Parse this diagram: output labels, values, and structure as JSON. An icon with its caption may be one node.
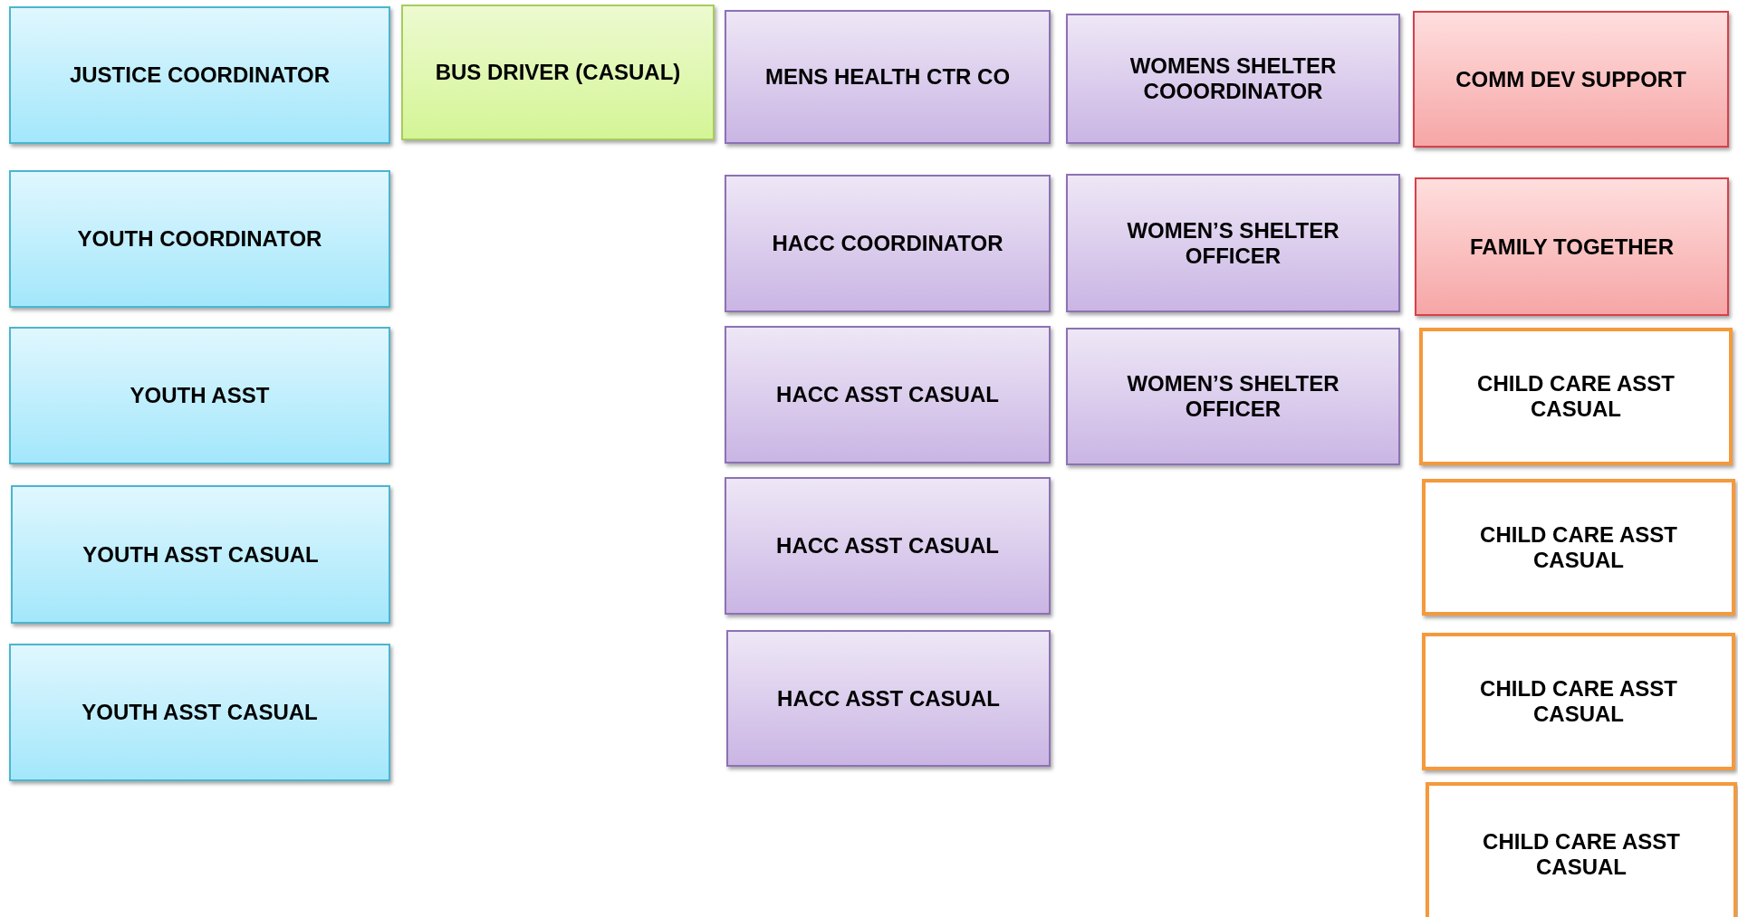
{
  "diagram": {
    "nodes": [
      {
        "text": [
          "JUSTICE COORDINATOR"
        ]
      },
      {
        "text": [
          "BUS DRIVER (CASUAL)"
        ]
      },
      {
        "text": [
          "MENS HEALTH CTR CO"
        ]
      },
      {
        "text": [
          "WOMENS SHELTER COOORDINATOR"
        ]
      },
      {
        "text": [
          "COMM DEV SUPPORT"
        ]
      },
      {
        "text": [
          "YOUTH COORDINATOR"
        ]
      },
      {
        "text": [
          "HACC COORDINATOR"
        ]
      },
      {
        "text": [
          "WOMEN’S SHELTER OFFICER"
        ]
      },
      {
        "text": [
          "FAMILY TOGETHER"
        ]
      },
      {
        "text": [
          "YOUTH ASST"
        ]
      },
      {
        "text": [
          "HACC ASST CASUAL"
        ]
      },
      {
        "text": [
          "WOMEN’S SHELTER OFFICER"
        ]
      },
      {
        "text": [
          "CHILD CARE ASST CASUAL"
        ]
      },
      {
        "text": [
          "YOUTH ASST CASUAL"
        ]
      },
      {
        "text": [
          "HACC ASST CASUAL"
        ]
      },
      {
        "text": [
          "CHILD CARE ASST CASUAL"
        ]
      },
      {
        "text": [
          "YOUTH ASST CASUAL"
        ]
      },
      {
        "text": [
          "HACC ASST CASUAL"
        ]
      },
      {
        "text": [
          "CHILD CARE ASST CASUAL"
        ]
      },
      {
        "text": [
          "CHILD CARE ASST CASUAL"
        ]
      }
    ]
  }
}
